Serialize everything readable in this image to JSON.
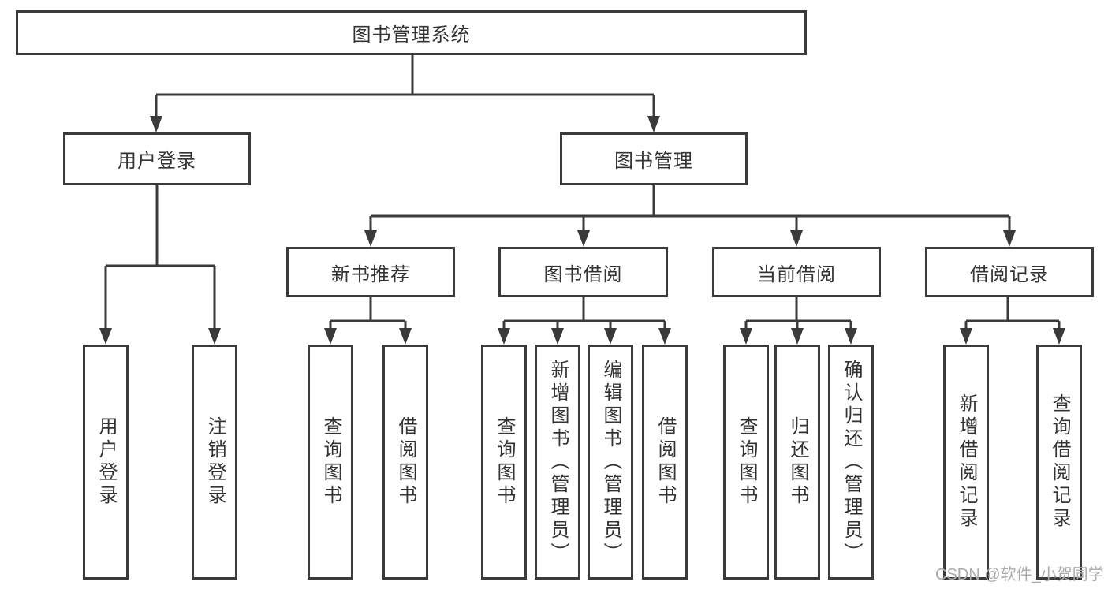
{
  "diagram_title": "图书管理系统",
  "tree": {
    "label": "图书管理系统",
    "children": [
      {
        "label": "用户登录",
        "children": [
          {
            "label": "用户登录"
          },
          {
            "label": "注销登录"
          }
        ]
      },
      {
        "label": "图书管理",
        "children": [
          {
            "label": "新书推荐",
            "children": [
              {
                "label": "查询图书"
              },
              {
                "label": "借阅图书"
              }
            ]
          },
          {
            "label": "图书借阅",
            "children": [
              {
                "label": "查询图书"
              },
              {
                "label": "新增图书（管理员）"
              },
              {
                "label": "编辑图书（管理员）"
              },
              {
                "label": "借阅图书"
              }
            ]
          },
          {
            "label": "当前借阅",
            "children": [
              {
                "label": "查询图书"
              },
              {
                "label": "归还图书"
              },
              {
                "label": "确认归还（管理员）"
              }
            ]
          },
          {
            "label": "借阅记录",
            "children": [
              {
                "label": "新增借阅记录"
              },
              {
                "label": "查询借阅记录"
              }
            ]
          }
        ]
      }
    ]
  },
  "watermark": "CSDN @软件_小贺同学",
  "colors": {
    "line": "#3a3a3a",
    "text": "#333333",
    "bg": "#ffffff",
    "watermark": "#ababab"
  }
}
